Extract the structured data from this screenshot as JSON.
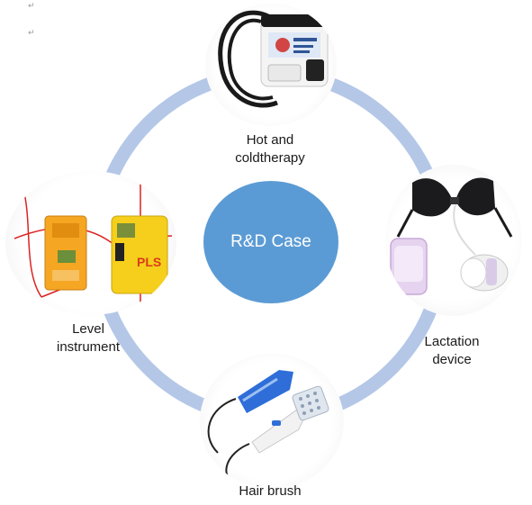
{
  "editor_marks": [
    "↵",
    "↵"
  ],
  "ring_color": "#b4c7e7",
  "center": {
    "label": "R&D Case",
    "color": "#5b9bd5"
  },
  "nodes": {
    "top": {
      "label_lines": [
        "Hot and",
        "coldtherapy"
      ],
      "image": "cooler-box-device-image"
    },
    "right": {
      "label_lines": [
        "Lactation",
        "device"
      ],
      "image": "breast-pump-image"
    },
    "bottom": {
      "label_lines": [
        "Hair brush"
      ],
      "image": "electric-hair-brush-image"
    },
    "left": {
      "label_lines": [
        "Level",
        "instrument"
      ],
      "image": "laser-level-image"
    }
  }
}
